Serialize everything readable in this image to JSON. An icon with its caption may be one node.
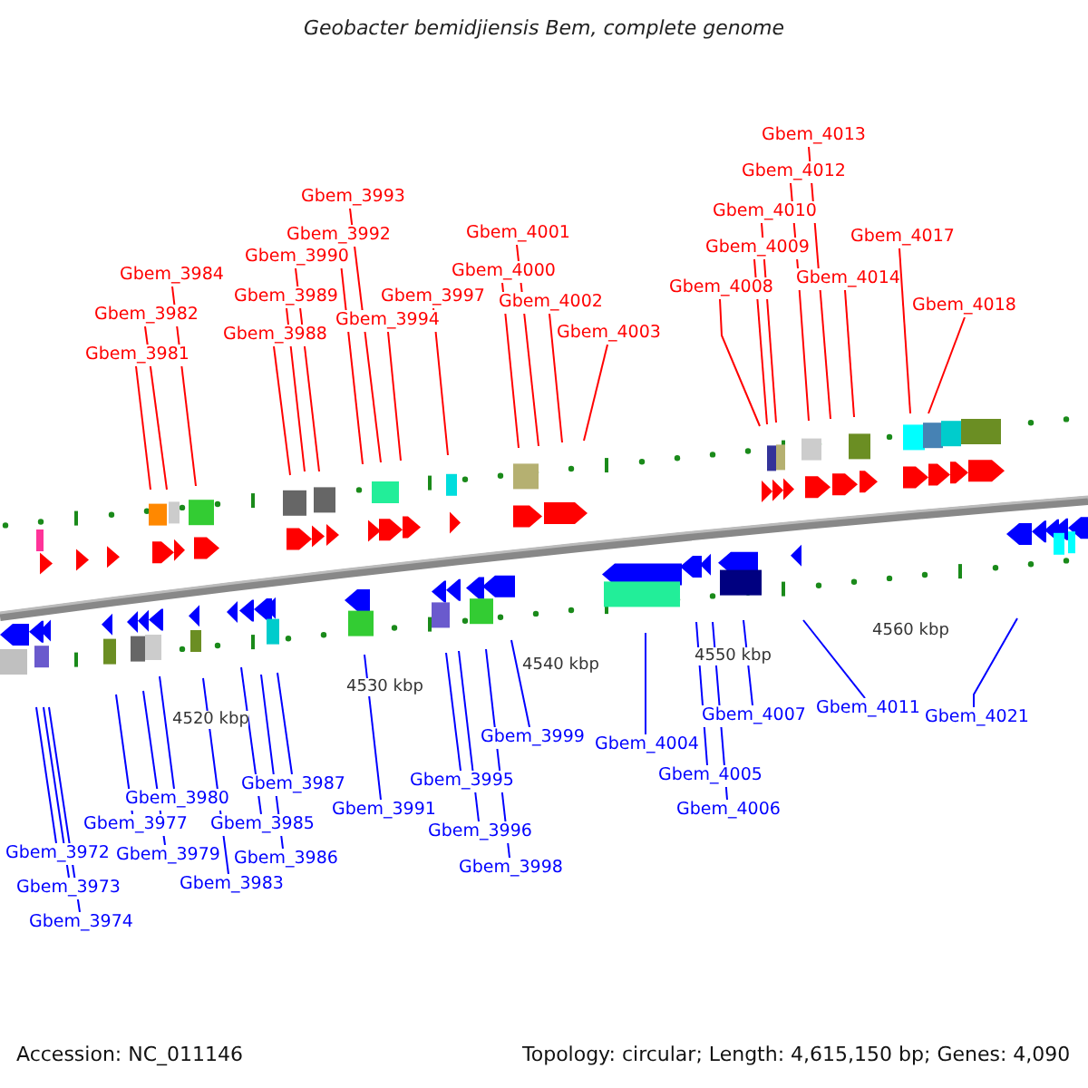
{
  "diagram": {
    "title": "Geobacter bemidjiensis Bem, complete genome",
    "nodes": [
      {
        "text": [
          "Gbem_3981"
        ]
      },
      {
        "text": [
          "Gbem_3982"
        ]
      },
      {
        "text": [
          "Gbem_3984"
        ]
      },
      {
        "text": [
          "Gbem_3988"
        ]
      },
      {
        "text": [
          "Gbem_3989"
        ]
      },
      {
        "text": [
          "Gbem_3990"
        ]
      },
      {
        "text": [
          "Gbem_3992"
        ]
      },
      {
        "text": [
          "Gbem_3993"
        ]
      },
      {
        "text": [
          "Gbem_3994"
        ]
      },
      {
        "text": [
          "Gbem_3997"
        ]
      },
      {
        "text": [
          "Gbem_4000"
        ]
      },
      {
        "text": [
          "Gbem_4001"
        ]
      },
      {
        "text": [
          "Gbem_4002"
        ]
      },
      {
        "text": [
          "Gbem_4003"
        ]
      },
      {
        "text": [
          "Gbem_4008"
        ]
      },
      {
        "text": [
          "Gbem_4009"
        ]
      },
      {
        "text": [
          "Gbem_4010"
        ]
      },
      {
        "text": [
          "Gbem_4012"
        ]
      },
      {
        "text": [
          "Gbem_4013"
        ]
      },
      {
        "text": [
          "Gbem_4014"
        ]
      },
      {
        "text": [
          "Gbem_4017"
        ]
      },
      {
        "text": [
          "Gbem_4018"
        ]
      },
      {
        "text": [
          "Gbem_3972"
        ]
      },
      {
        "text": [
          "Gbem_3973"
        ]
      },
      {
        "text": [
          "Gbem_3974"
        ]
      },
      {
        "text": [
          "Gbem_3977"
        ]
      },
      {
        "text": [
          "Gbem_3979"
        ]
      },
      {
        "text": [
          "Gbem_3980"
        ]
      },
      {
        "text": [
          "Gbem_3983"
        ]
      },
      {
        "text": [
          "Gbem_3985"
        ]
      },
      {
        "text": [
          "Gbem_3986"
        ]
      },
      {
        "text": [
          "Gbem_3987"
        ]
      },
      {
        "text": [
          "Gbem_3991"
        ]
      },
      {
        "text": [
          "Gbem_3995"
        ]
      },
      {
        "text": [
          "Gbem_3996"
        ]
      },
      {
        "text": [
          "Gbem_3998"
        ]
      },
      {
        "text": [
          "Gbem_3999"
        ]
      },
      {
        "text": [
          "Gbem_4004"
        ]
      },
      {
        "text": [
          "Gbem_4005"
        ]
      },
      {
        "text": [
          "Gbem_4006"
        ]
      },
      {
        "text": [
          "Gbem_4007"
        ]
      },
      {
        "text": [
          "Gbem_4011"
        ]
      },
      {
        "text": [
          "Gbem_4021"
        ]
      }
    ],
    "edges": [
      {
        "from": 0,
        "to": null,
        "arrow": "none",
        "color": "#ff0000"
      },
      {
        "from": 1,
        "to": null,
        "arrow": "none",
        "color": "#ff0000"
      },
      {
        "from": 2,
        "to": null,
        "arrow": "none",
        "color": "#ff0000"
      },
      {
        "from": 3,
        "to": null,
        "arrow": "none",
        "color": "#ff0000"
      },
      {
        "from": 4,
        "to": null,
        "arrow": "none",
        "color": "#ff0000"
      },
      {
        "from": 5,
        "to": null,
        "arrow": "none",
        "color": "#ff0000"
      },
      {
        "from": 6,
        "to": null,
        "arrow": "none",
        "color": "#ff0000"
      },
      {
        "from": 7,
        "to": null,
        "arrow": "none",
        "color": "#ff0000"
      },
      {
        "from": 8,
        "to": null,
        "arrow": "none",
        "color": "#ff0000"
      },
      {
        "from": 9,
        "to": null,
        "arrow": "none",
        "color": "#ff0000"
      },
      {
        "from": 10,
        "to": null,
        "arrow": "none",
        "color": "#ff0000"
      },
      {
        "from": 11,
        "to": null,
        "arrow": "none",
        "color": "#ff0000"
      },
      {
        "from": 12,
        "to": null,
        "arrow": "none",
        "color": "#ff0000"
      },
      {
        "from": 13,
        "to": null,
        "arrow": "none",
        "color": "#ff0000"
      },
      {
        "from": 14,
        "to": null,
        "arrow": "none",
        "color": "#ff0000"
      },
      {
        "from": 15,
        "to": null,
        "arrow": "none",
        "color": "#ff0000"
      },
      {
        "from": 16,
        "to": null,
        "arrow": "none",
        "color": "#ff0000"
      },
      {
        "from": 17,
        "to": null,
        "arrow": "none",
        "color": "#ff0000"
      },
      {
        "from": 18,
        "to": null,
        "arrow": "none",
        "color": "#ff0000"
      },
      {
        "from": 19,
        "to": null,
        "arrow": "none",
        "color": "#ff0000"
      },
      {
        "from": 20,
        "to": null,
        "arrow": "none",
        "color": "#ff0000"
      },
      {
        "from": 21,
        "to": null,
        "arrow": "none",
        "color": "#ff0000"
      },
      {
        "from": 22,
        "to": null,
        "arrow": "none",
        "color": "#0000ff"
      },
      {
        "from": 23,
        "to": null,
        "arrow": "none",
        "color": "#0000ff"
      },
      {
        "from": 24,
        "to": null,
        "arrow": "none",
        "color": "#0000ff"
      },
      {
        "from": 25,
        "to": null,
        "arrow": "none",
        "color": "#0000ff"
      },
      {
        "from": 26,
        "to": null,
        "arrow": "none",
        "color": "#0000ff"
      },
      {
        "from": 27,
        "to": null,
        "arrow": "none",
        "color": "#0000ff"
      },
      {
        "from": 28,
        "to": null,
        "arrow": "none",
        "color": "#0000ff"
      },
      {
        "from": 29,
        "to": null,
        "arrow": "none",
        "color": "#0000ff"
      },
      {
        "from": 30,
        "to": null,
        "arrow": "none",
        "color": "#0000ff"
      },
      {
        "from": 31,
        "to": null,
        "arrow": "none",
        "color": "#0000ff"
      },
      {
        "from": 32,
        "to": null,
        "arrow": "none",
        "color": "#0000ff"
      },
      {
        "from": 33,
        "to": null,
        "arrow": "none",
        "color": "#0000ff"
      },
      {
        "from": 34,
        "to": null,
        "arrow": "none",
        "color": "#0000ff"
      },
      {
        "from": 35,
        "to": null,
        "arrow": "none",
        "color": "#0000ff"
      },
      {
        "from": 36,
        "to": null,
        "arrow": "none",
        "color": "#0000ff"
      },
      {
        "from": 37,
        "to": null,
        "arrow": "none",
        "color": "#0000ff"
      },
      {
        "from": 38,
        "to": null,
        "arrow": "none",
        "color": "#0000ff"
      },
      {
        "from": 39,
        "to": null,
        "arrow": "none",
        "color": "#0000ff"
      },
      {
        "from": 40,
        "to": null,
        "arrow": "none",
        "color": "#0000ff"
      },
      {
        "from": 41,
        "to": null,
        "arrow": "none",
        "color": "#0000ff"
      },
      {
        "from": 42,
        "to": null,
        "arrow": "none",
        "color": "#0000ff"
      }
    ],
    "labels": [
      "4520 kbp",
      "4530 kbp",
      "4540 kbp",
      "4550 kbp",
      "4560 kbp",
      "Accession: NC_011146",
      "Topology: circular; Length: 4,615,150 bp; Genes: 4,090"
    ]
  }
}
